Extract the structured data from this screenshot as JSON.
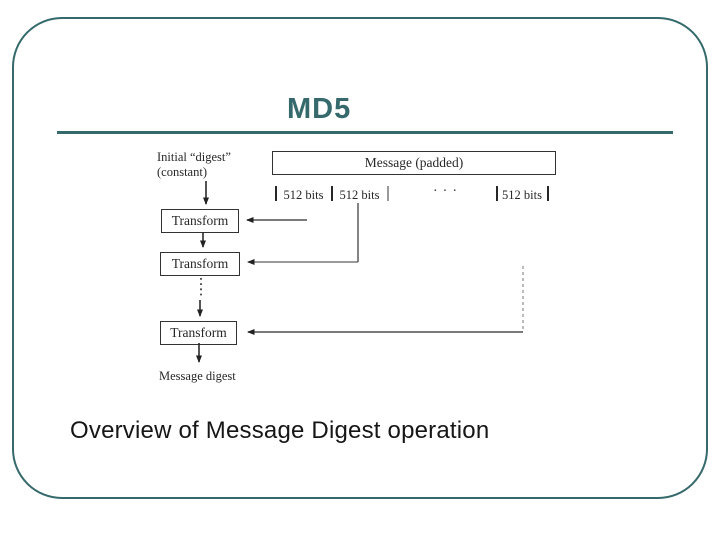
{
  "colors": {
    "accent": "#35696B",
    "ink": "#272727"
  },
  "slide": {
    "title": "MD5",
    "caption": "Overview of Message Digest operation"
  },
  "diagram": {
    "initial_digest_label_line1": "Initial “digest”",
    "initial_digest_label_line2": "(constant)",
    "message_box_label": "Message (padded)",
    "block_labels": [
      "512 bits",
      "512 bits",
      "512 bits"
    ],
    "ellipsis": "···",
    "transform_boxes": [
      "Transform",
      "Transform",
      "Transform"
    ],
    "output_label": "Message digest"
  }
}
